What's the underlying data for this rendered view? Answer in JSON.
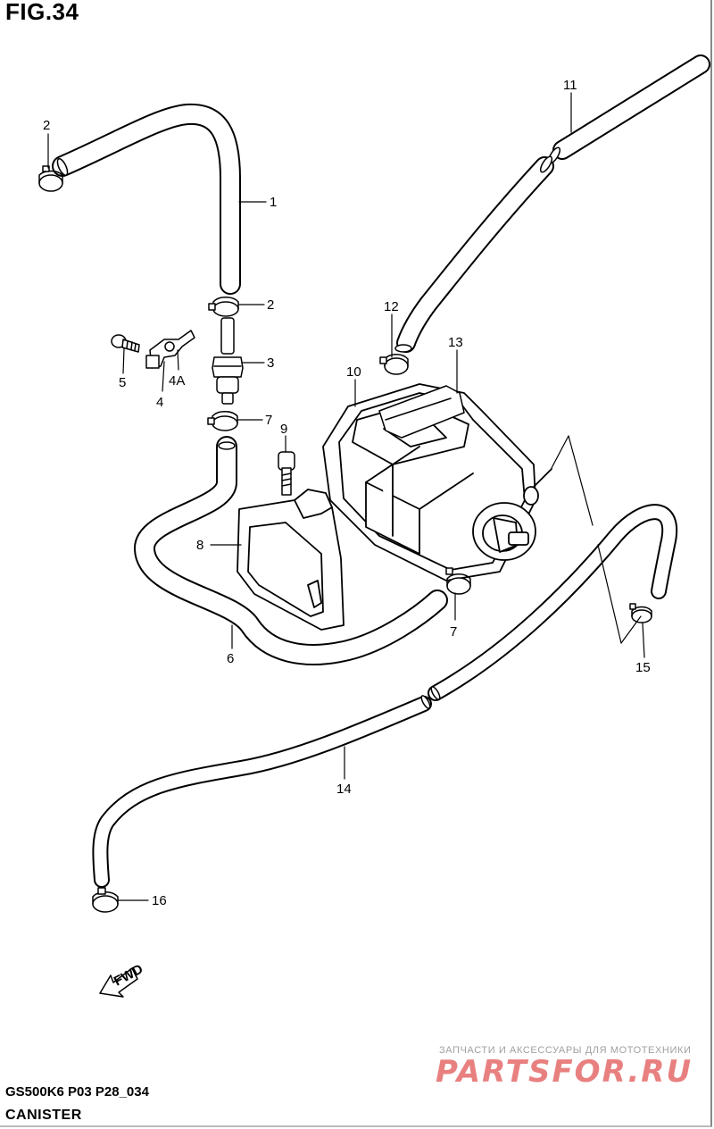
{
  "figure": {
    "title": "FIG.34"
  },
  "footer": {
    "model_code": "GS500K6 P03 P28_034",
    "section_name": "CANISTER"
  },
  "watermark": {
    "text": "ЗАПЧАСТИ И АКСЕССУАРЫ ДЛЯ МОТОТЕХНИКИ",
    "logo": "PARTSFOR.RU"
  },
  "fwd_arrow": {
    "label": "FWD"
  },
  "callouts": [
    "1",
    "2",
    "2",
    "3",
    "4",
    "4A",
    "5",
    "6",
    "7",
    "7",
    "8",
    "9",
    "10",
    "11",
    "12",
    "13",
    "14",
    "15",
    "16"
  ]
}
